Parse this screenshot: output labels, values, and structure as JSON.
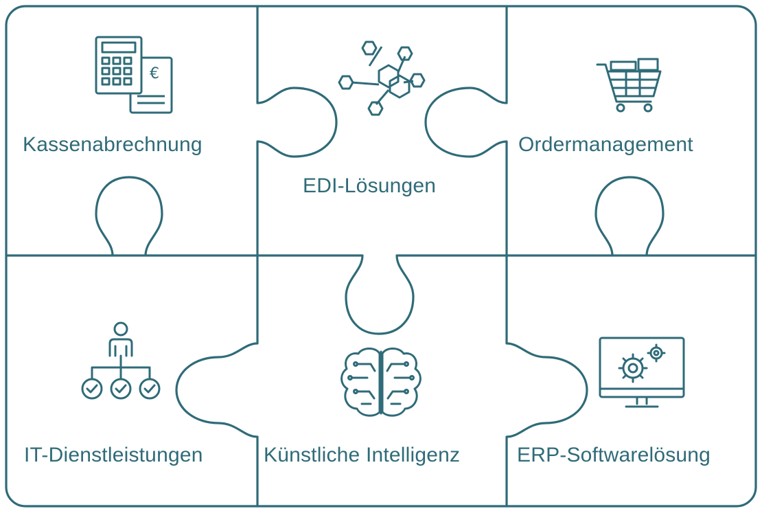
{
  "colors": {
    "stroke": "#2f6b78",
    "background": "#ffffff"
  },
  "pieces": [
    {
      "id": "kassenabrechnung",
      "label": "Kassenabrechnung",
      "icon": "calculator-euro-icon"
    },
    {
      "id": "edi",
      "label": "EDI-Lösungen",
      "icon": "network-hexagon-icon"
    },
    {
      "id": "ordermanagement",
      "label": "Ordermanagement",
      "icon": "shopping-cart-icon"
    },
    {
      "id": "it",
      "label": "IT-Dienstleistungen",
      "icon": "hierarchy-checks-icon"
    },
    {
      "id": "ki",
      "label": "Künstliche Intelligenz",
      "icon": "brain-circuit-icon"
    },
    {
      "id": "erp",
      "label": "ERP-Softwarelösung",
      "icon": "monitor-gears-icon"
    }
  ]
}
